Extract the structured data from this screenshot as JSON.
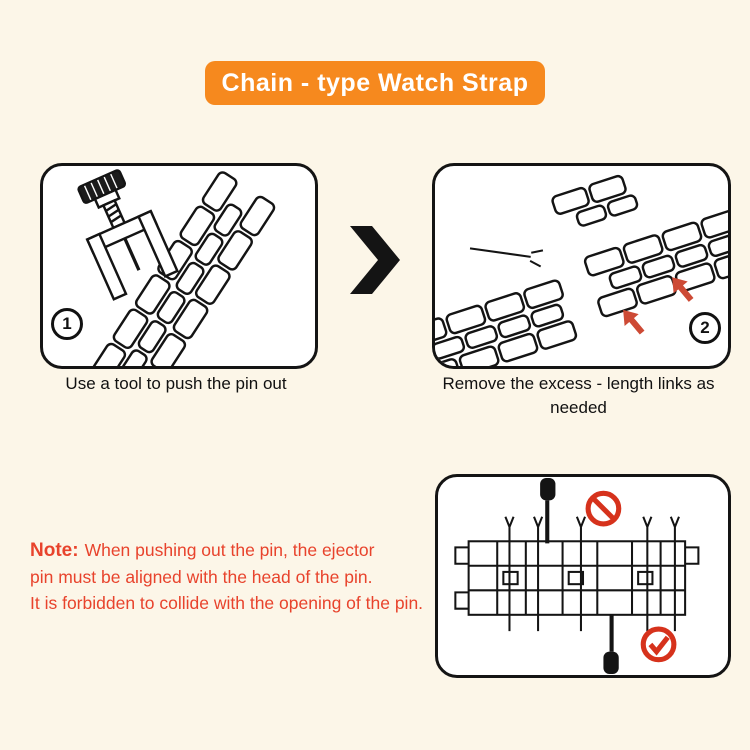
{
  "title": {
    "label": "Chain - type Watch Strap"
  },
  "steps": [
    {
      "number": "1",
      "caption": "Use a tool to push the pin out"
    },
    {
      "number": "2",
      "caption": "Remove the excess - length links as needed"
    }
  ],
  "note": {
    "label": "Note:",
    "lines": [
      "When pushing out the pin, the ejector",
      "pin must be aligned with the head of the pin.",
      "It is forbidden to collide with the opening of the pin."
    ]
  },
  "colors": {
    "background": "#fcf6e8",
    "banner_orange": "#f6891e",
    "note_red": "#e8432c",
    "arrow_red": "#cd4a35",
    "icon_red": "#d6321c",
    "line_black": "#141414"
  },
  "icons": {
    "chevron": "chevron-right-icon",
    "arrows": "arrow-up-left-icon",
    "forbidden": "prohibition-icon",
    "allowed": "check-icon"
  }
}
